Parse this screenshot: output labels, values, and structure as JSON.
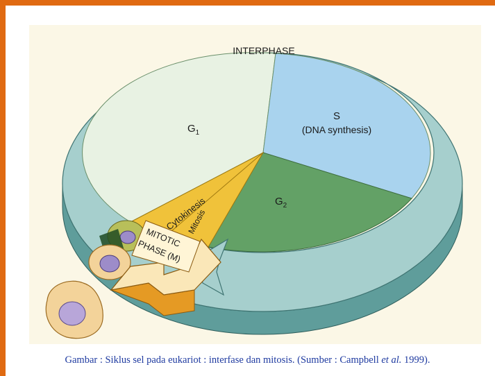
{
  "diagram": {
    "interphase_label": "INTERPHASE",
    "g1_label": "G",
    "g1_sub": "1",
    "s_label": "S",
    "s_sub_label": "(DNA synthesis)",
    "g2_label": "G",
    "g2_sub": "2",
    "cytokinesis_label": "Cytokinesis",
    "mitosis_label": "Mitosis",
    "mitotic_line1": "MITOTIC",
    "mitotic_line2": "PHASE (M)"
  },
  "caption": {
    "prefix": "Gambar : Siklus sel pada eukariot : interfase dan mitosis. (Sumber : Campbell ",
    "italic": "et al.",
    "suffix": " 1999)."
  },
  "colors": {
    "frame": "#e06a12",
    "ring_top": "#a6cfcd",
    "ring_side": "#5f9d9b",
    "g1": "#e8f2e3",
    "s": "#a9d3ee",
    "g2": "#63a166",
    "mitotic": "#f0c23a",
    "caption": "#1e3aa0"
  }
}
